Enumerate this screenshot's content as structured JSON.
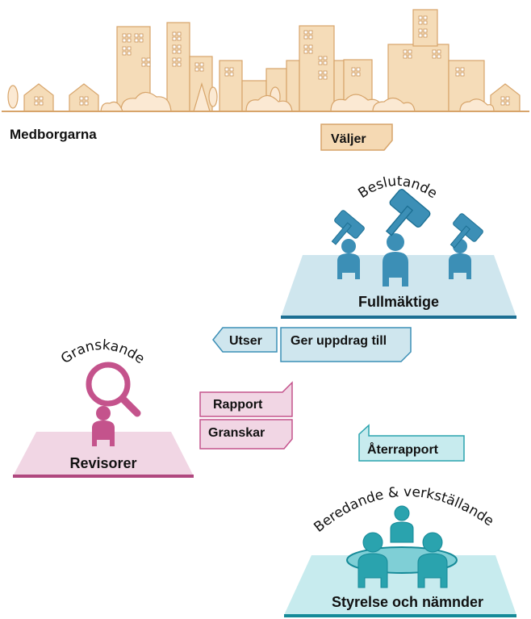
{
  "citizens": {
    "label": "Medborgarna",
    "elects_label": "Väljer"
  },
  "council": {
    "role": "Beslutande",
    "name": "Fullmäktige"
  },
  "auditors": {
    "role": "Granskande",
    "name": "Revisorer"
  },
  "boards": {
    "role": "Beredande & verkställande",
    "name": "Styrelse och nämnder"
  },
  "arrows": {
    "appoints": "Utser",
    "commissions": "Ger uppdrag till",
    "report": "Rapport",
    "audits": "Granskar",
    "report_back": "Återrapport"
  },
  "colors": {
    "city": "#f0c996",
    "city_stroke": "#d7a46a",
    "council_platform": "#cfe6ee",
    "council_edge": "#1c6f93",
    "council_figure": "#3c8fb6",
    "auditor_platform": "#f1d6e4",
    "auditor_edge": "#b0487f",
    "auditor_figure": "#c4538c",
    "board_platform": "#c7ebee",
    "board_edge": "#158a98",
    "board_figure": "#2aa3ae",
    "elects_tag": "#f5d9b3"
  }
}
